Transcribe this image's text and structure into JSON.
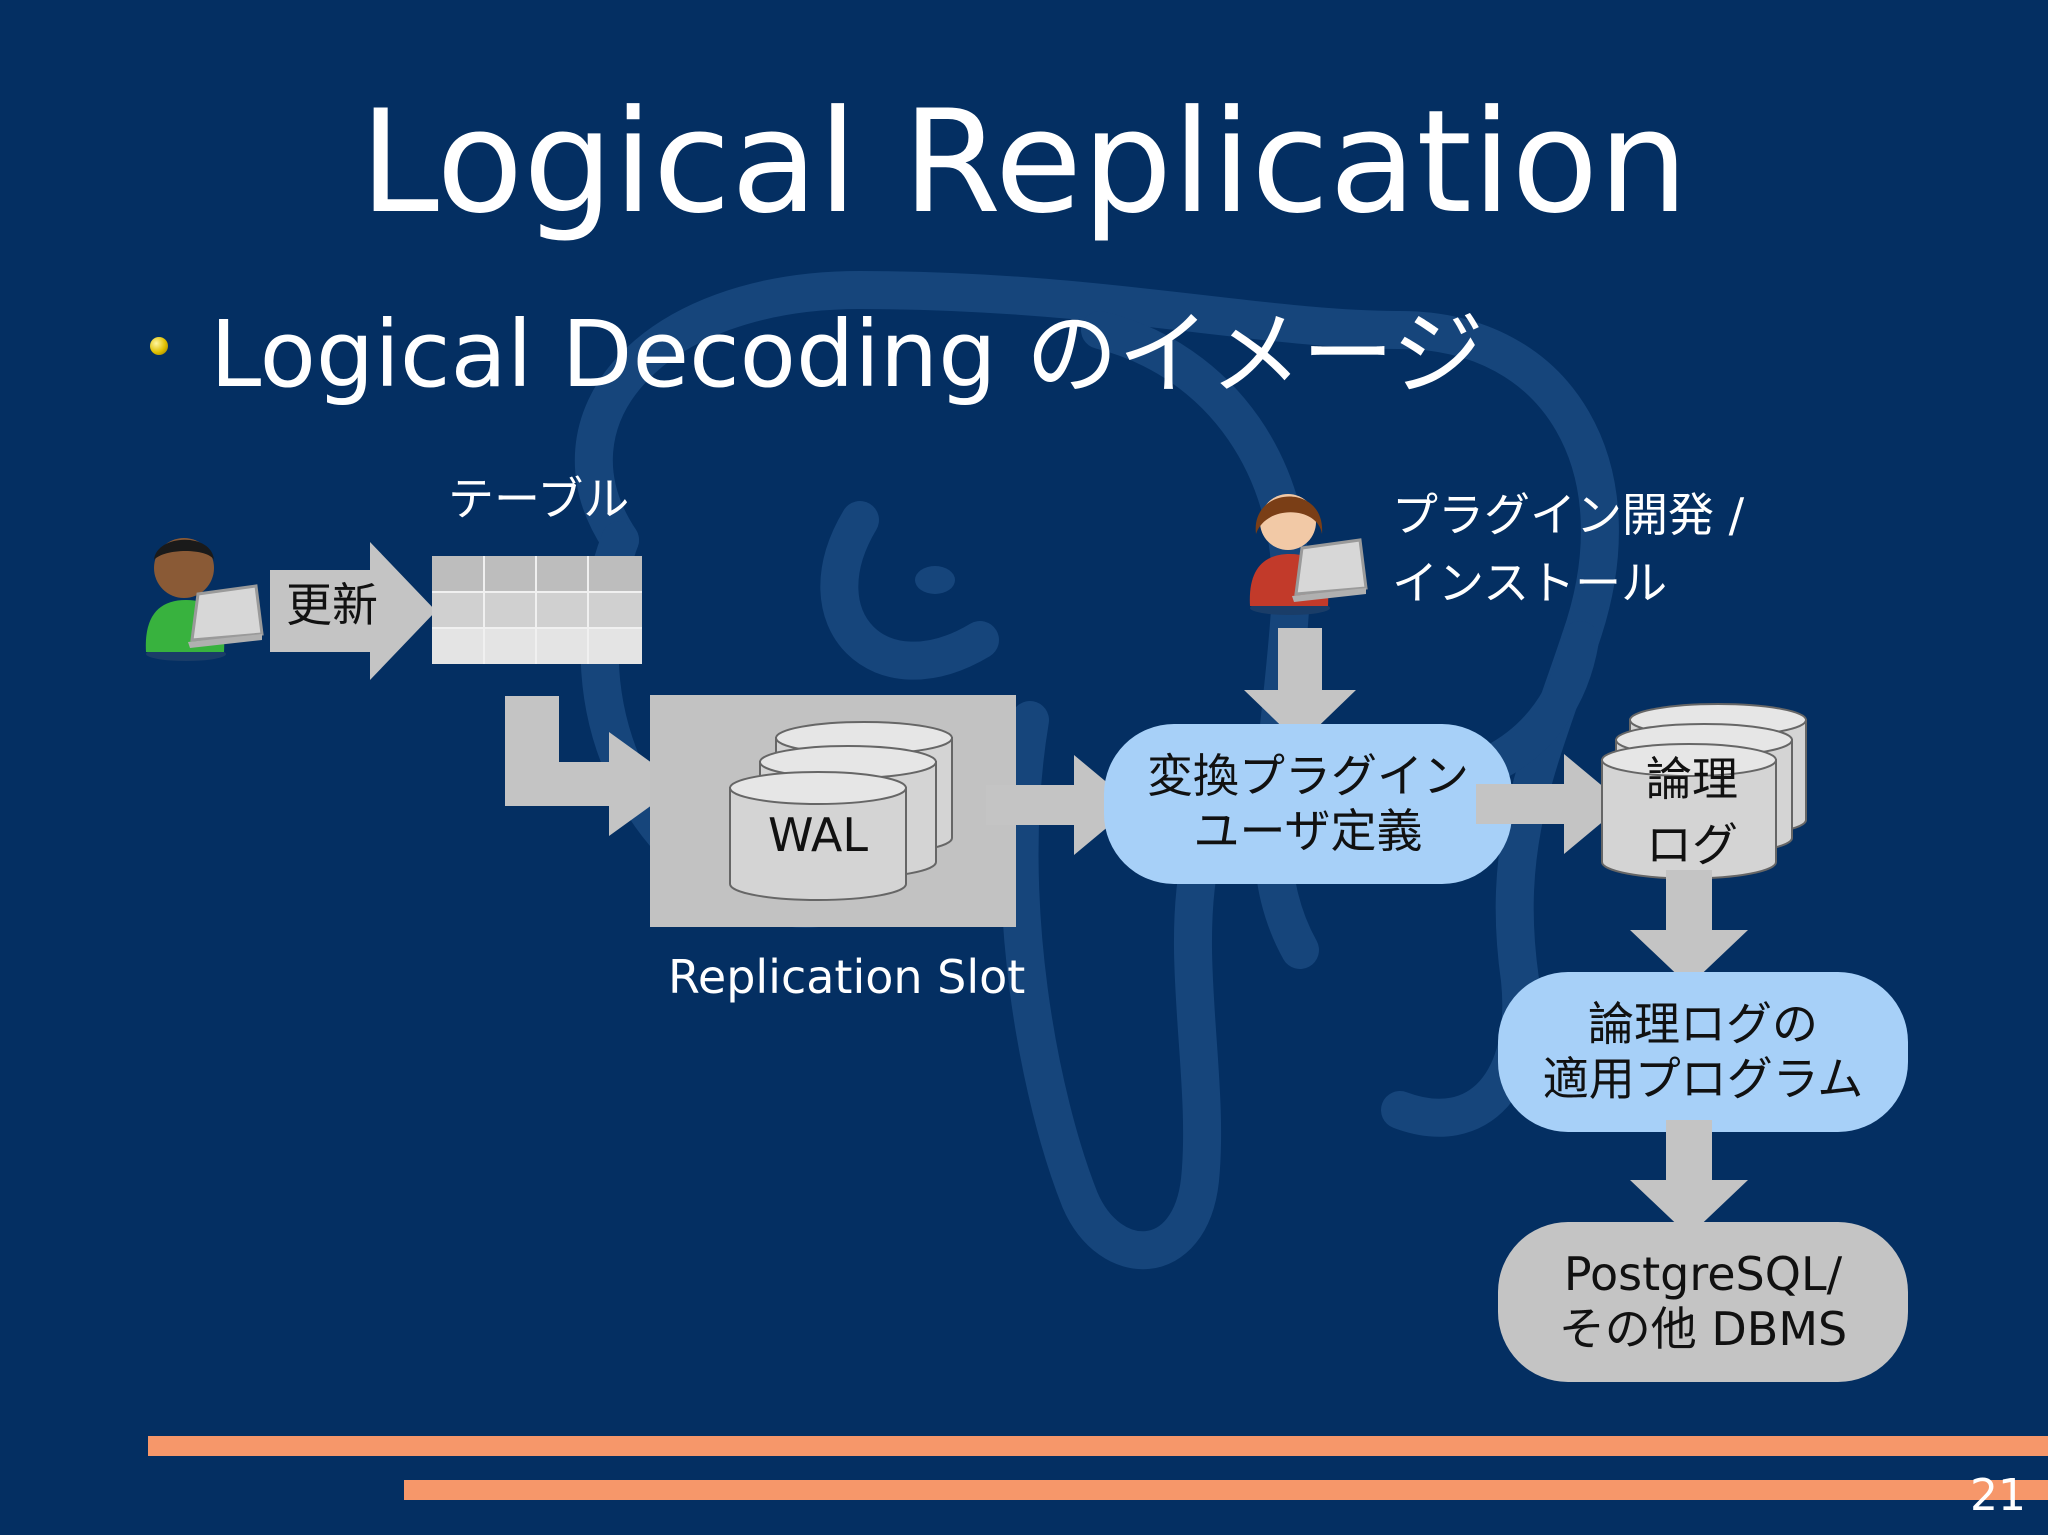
{
  "slide": {
    "title": "Logical Replication",
    "bullet": "Logical Decoding のイメージ",
    "page_number": "21"
  },
  "diagram": {
    "table_label": "テーブル",
    "update_label": "更新",
    "wal_label": "WAL",
    "slot_label": "Replication Slot",
    "plugin_note": [
      "プラグイン開発 /",
      "インストール"
    ],
    "convert_plugin": [
      "変換プラグイン",
      "ユーザ定義"
    ],
    "logical_log": [
      "論理",
      "ログ"
    ],
    "apply_program": [
      "論理ログの",
      "適用プログラム"
    ],
    "target_db": [
      "PostgreSQL/",
      "その他 DBMS"
    ]
  },
  "colors": {
    "background": "#042f62",
    "node_blue": "#a7d0f8",
    "node_gray": "#c4c4c4",
    "accent_bar": "#f6976a"
  },
  "icons": [
    "user-green-laptop-icon",
    "user-red-laptop-icon",
    "bullet-dot-icon",
    "database-cylinder-icon"
  ]
}
